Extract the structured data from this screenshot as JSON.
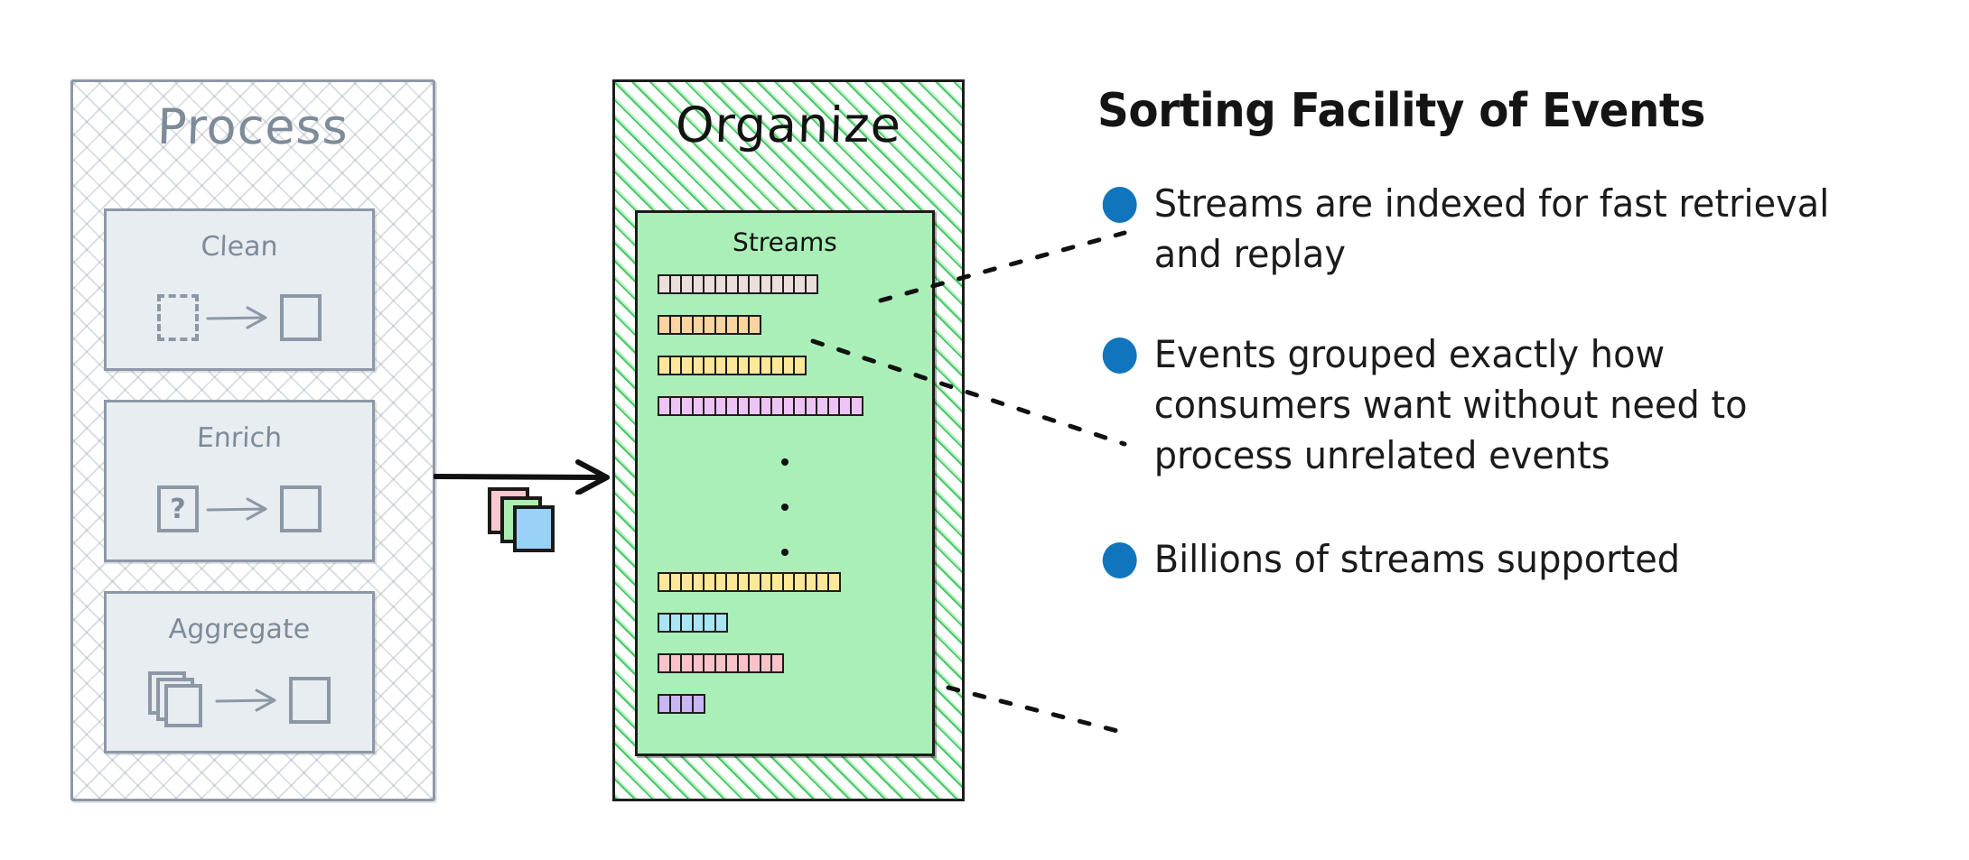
{
  "process_panel": {
    "title": "Process",
    "boxes": [
      {
        "label": "Clean",
        "input_icon": "dashed-square-icon",
        "output_icon": "square-icon"
      },
      {
        "label": "Enrich",
        "input_icon": "question-square-icon",
        "output_icon": "square-icon"
      },
      {
        "label": "Aggregate",
        "input_icon": "stacked-squares-icon",
        "output_icon": "square-icon"
      }
    ],
    "question_glyph": "?"
  },
  "flow": {
    "arrow_icon": "right-arrow-icon",
    "cards_icon": "stacked-event-cards-icon",
    "card_colors": [
      "#f9c9cd",
      "#aaeeb0",
      "#9ad2f7"
    ]
  },
  "organize_panel": {
    "title": "Organize",
    "streams_title": "Streams",
    "ellipsis_icon": "vertical-ellipsis-icon",
    "streams": [
      {
        "name": "stream-1",
        "segments": 14,
        "color": "#ebdfdb"
      },
      {
        "name": "stream-2",
        "segments": 9,
        "color": "#fcd3a1"
      },
      {
        "name": "stream-3",
        "segments": 13,
        "color": "#fde79a"
      },
      {
        "name": "stream-4",
        "segments": 18,
        "color": "#eec4f7"
      },
      {
        "name": "stream-5",
        "segments": 16,
        "color": "#fde79a"
      },
      {
        "name": "stream-6",
        "segments": 6,
        "color": "#a7e6f2"
      },
      {
        "name": "stream-7",
        "segments": 11,
        "color": "#fbc3c9"
      },
      {
        "name": "stream-8",
        "segments": 4,
        "color": "#c9b6f5"
      }
    ]
  },
  "info": {
    "title": "Sorting Facility of Events",
    "bullet_color": "#1175bd",
    "bullets": [
      "Streams are indexed for fast retrieval and replay",
      "Events grouped exactly how consumers want without need to process unrelated events",
      "Billions of streams supported"
    ]
  }
}
